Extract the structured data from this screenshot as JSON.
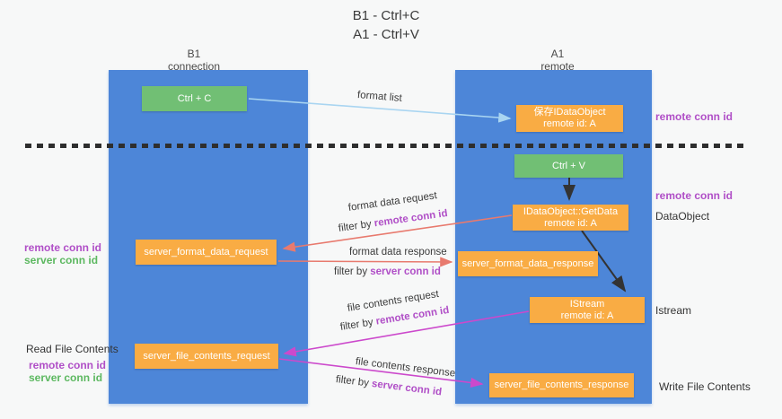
{
  "title": {
    "line1": "B1 - Ctrl+C",
    "line2": "A1 - Ctrl+V"
  },
  "lanes": {
    "left": {
      "title": "B1",
      "subtitle": "connection"
    },
    "right": {
      "title": "A1",
      "subtitle": "remote"
    }
  },
  "nodes": {
    "ctrl_c": {
      "label": "Ctrl + C"
    },
    "save_dataobject": {
      "line1": "保存IDataObject",
      "line2": "remote id: A"
    },
    "ctrl_v": {
      "label": "Ctrl + V"
    },
    "getdata": {
      "line1": "IDataObject::GetData",
      "line2": "remote id: A"
    },
    "format_request": {
      "label": "server_format_data_request"
    },
    "format_response": {
      "label": "server_format_data_response"
    },
    "istream": {
      "line1": "IStream",
      "line2": "remote id: A"
    },
    "file_request": {
      "label": "server_file_contents_request"
    },
    "file_response": {
      "label": "server_file_contents_response"
    }
  },
  "arrows": {
    "format_list": {
      "label": "format list"
    },
    "format_request": {
      "label": "format data request",
      "filter_prefix": "filter by ",
      "filter_key": "remote conn id"
    },
    "format_response": {
      "label": "format data response",
      "filter_prefix": "filter by ",
      "filter_key": "server conn id"
    },
    "file_request": {
      "label": "file contents request",
      "filter_prefix": "filter by ",
      "filter_key": "remote conn id"
    },
    "file_response": {
      "label": "file contents response",
      "filter_prefix": "filter by ",
      "filter_key": "server conn id"
    }
  },
  "annotations": {
    "right_conn_top": "remote conn id",
    "right_conn_mid": "remote conn id",
    "dataobject": "DataObject",
    "istream": "Istream",
    "write_file_contents": "Write File Contents",
    "left_remote_conn": "remote conn id",
    "left_server_conn": "server conn id",
    "read_file_contents": "Read File Contents",
    "left_remote_conn2": "remote conn id",
    "left_server_conn2": "server conn id"
  },
  "colors": {
    "lane_blue": "#4d86d8",
    "node_green": "#71bf74",
    "node_orange": "#f9ac44",
    "conn_purple": "#b04fc7",
    "conn_green": "#5cb860",
    "arrow_red": "#e87a6e",
    "arrow_magenta": "#cc49cc",
    "arrow_lightblue": "#a9d5f1",
    "arrow_black": "#333333"
  }
}
